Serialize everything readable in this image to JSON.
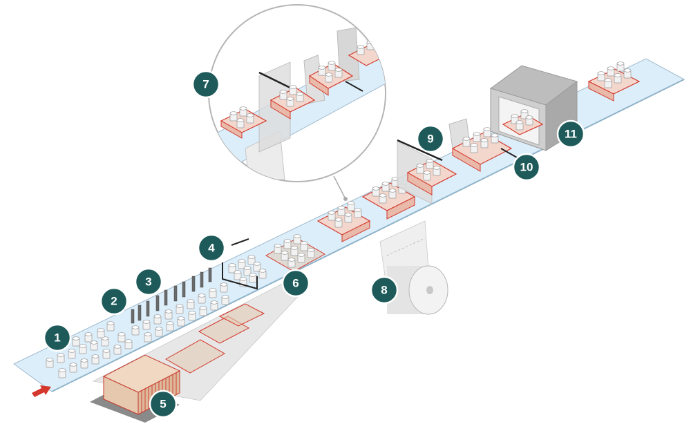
{
  "diagram": {
    "callouts": [
      {
        "id": "1",
        "label": "1"
      },
      {
        "id": "2",
        "label": "2"
      },
      {
        "id": "3",
        "label": "3"
      },
      {
        "id": "4",
        "label": "4"
      },
      {
        "id": "5",
        "label": "5"
      },
      {
        "id": "6",
        "label": "6"
      },
      {
        "id": "7",
        "label": "7"
      },
      {
        "id": "8",
        "label": "8"
      },
      {
        "id": "9",
        "label": "9"
      },
      {
        "id": "10",
        "label": "10"
      },
      {
        "id": "11",
        "label": "11"
      }
    ],
    "colors": {
      "callout_fill": "#1e5a5a",
      "belt": "#dceefa",
      "tray_outline": "#d4372b",
      "infeed_arrow": "#d4372b",
      "tunnel": "#cfcfcf"
    },
    "icons": [
      "infeed-arrow-icon",
      "can-icon",
      "tray-icon",
      "film-roll-icon",
      "shrink-tunnel-icon"
    ]
  }
}
